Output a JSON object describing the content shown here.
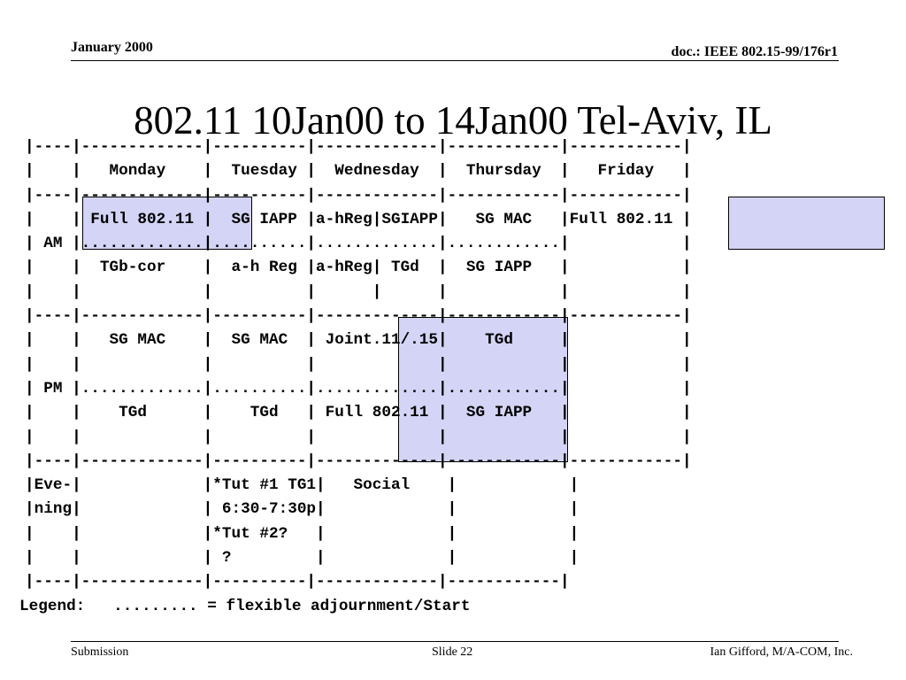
{
  "header": {
    "date": "January 2000",
    "doc": "doc.: IEEE 802.15-99/176r1"
  },
  "title": "802.11 10Jan00 to 14Jan00 Tel-Aviv, IL",
  "schedule_text": "|----|-------------|----------|-------------|------------|------------|\n|    |   Monday    |  Tuesday |  Wednesday  |  Thursday  |   Friday   |\n|----|-------------|----------|-------------|------------|------------|\n|    | Full 802.11 |  SG IAPP |a-hReg|SGIAPP|   SG MAC   |Full 802.11 |\n| AM |.............|..........|.............|............|            |\n|    |  TGb-cor    |  a-h Reg |a-hReg| TGd  |  SG IAPP   |            |\n|    |             |          |      |      |            |            |\n|----|-------------|----------|-------------|------------|------------|\n|    |   SG MAC    |  SG MAC  | Joint.11/.15|    TGd     |            |\n|    |             |          |             |            |            |\n| PM |.............|..........|.............|............|            |\n|    |    TGd      |    TGd   | Full 802.11 |  SG IAPP   |            |\n|    |             |          |             |            |            |\n|----|-------------|----------|-------------|------------|------------|\n|Eve-|             |*Tut #1 TG1|   Social    |            |\n|ning|             | 6:30-7:30p|             |            |\n|    |             |*Tut #2?   |             |            |\n|    |             | ?         |             |            |\n|----|-------------|----------|-------------|------------|",
  "legend": "Legend:   ......... = flexible adjournment/Start",
  "footer": {
    "left": "Submission",
    "center": "Slide 22",
    "right": "Ian Gifford, M/A-COM, Inc."
  },
  "colors": {
    "highlight": "#d4d4f6"
  }
}
